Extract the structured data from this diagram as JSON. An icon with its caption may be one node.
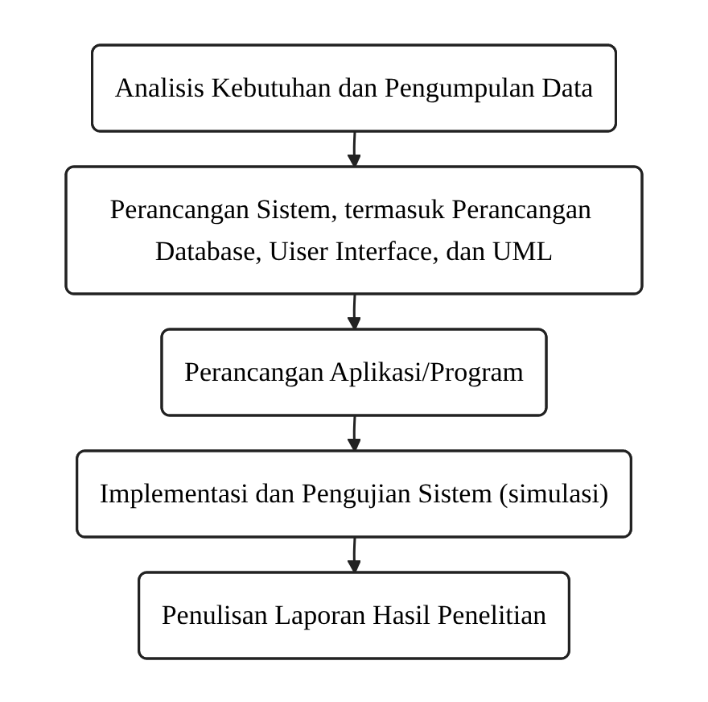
{
  "diagram": {
    "nodes": [
      {
        "text": [
          "Analisis Kebutuhan dan Pengumpulan Data"
        ]
      },
      {
        "text": [
          "Perancangan Sistem, termasuk Perancangan Database, Uiser Interface, dan UML"
        ]
      },
      {
        "text": [
          "Perancangan Aplikasi/Program"
        ]
      },
      {
        "text": [
          "Implementasi dan Pengujian Sistem (simulasi)"
        ]
      },
      {
        "text": [
          "Penulisan Laporan Hasil Penelitian"
        ]
      }
    ],
    "edges": [
      {
        "from": 0,
        "to": 1,
        "arrow": "to"
      },
      {
        "from": 1,
        "to": 2,
        "arrow": "to"
      },
      {
        "from": 2,
        "to": 3,
        "arrow": "to"
      },
      {
        "from": 3,
        "to": 4,
        "arrow": "to"
      }
    ]
  }
}
